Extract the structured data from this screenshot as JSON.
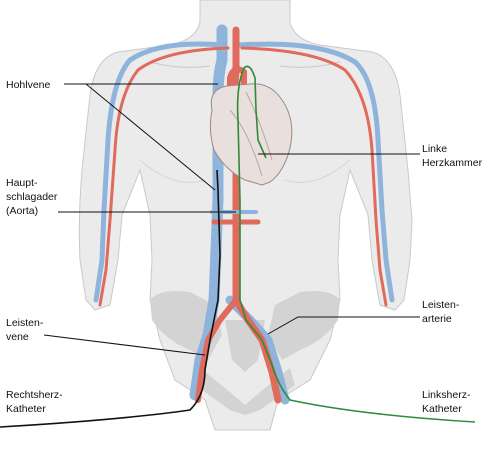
{
  "labels": {
    "hohlvene": "Hohlvene",
    "aorta_1": "Haupt-",
    "aorta_2": "schlagader",
    "aorta_3": "(Aorta)",
    "leistenvene_1": "Leisten-",
    "leistenvene_2": "vene",
    "rechts_1": "Rechtsherz-",
    "rechts_2": "Katheter",
    "herz_1": "Linke",
    "herz_2": "Herzkammer",
    "leistenarterie_1": "Leisten-",
    "leistenarterie_2": "arterie",
    "links_1": "Linksherz-",
    "links_2": "Katheter"
  },
  "colors": {
    "body": "#ebebeb",
    "body_outline": "#c9c9c9",
    "vein": "#8fb4dc",
    "artery": "#e06a5c",
    "heart": "#e9dfdc",
    "pelvis": "#d3d3d3",
    "right_catheter": "#111111",
    "left_catheter": "#2f8a3a",
    "leader": "#111111"
  }
}
